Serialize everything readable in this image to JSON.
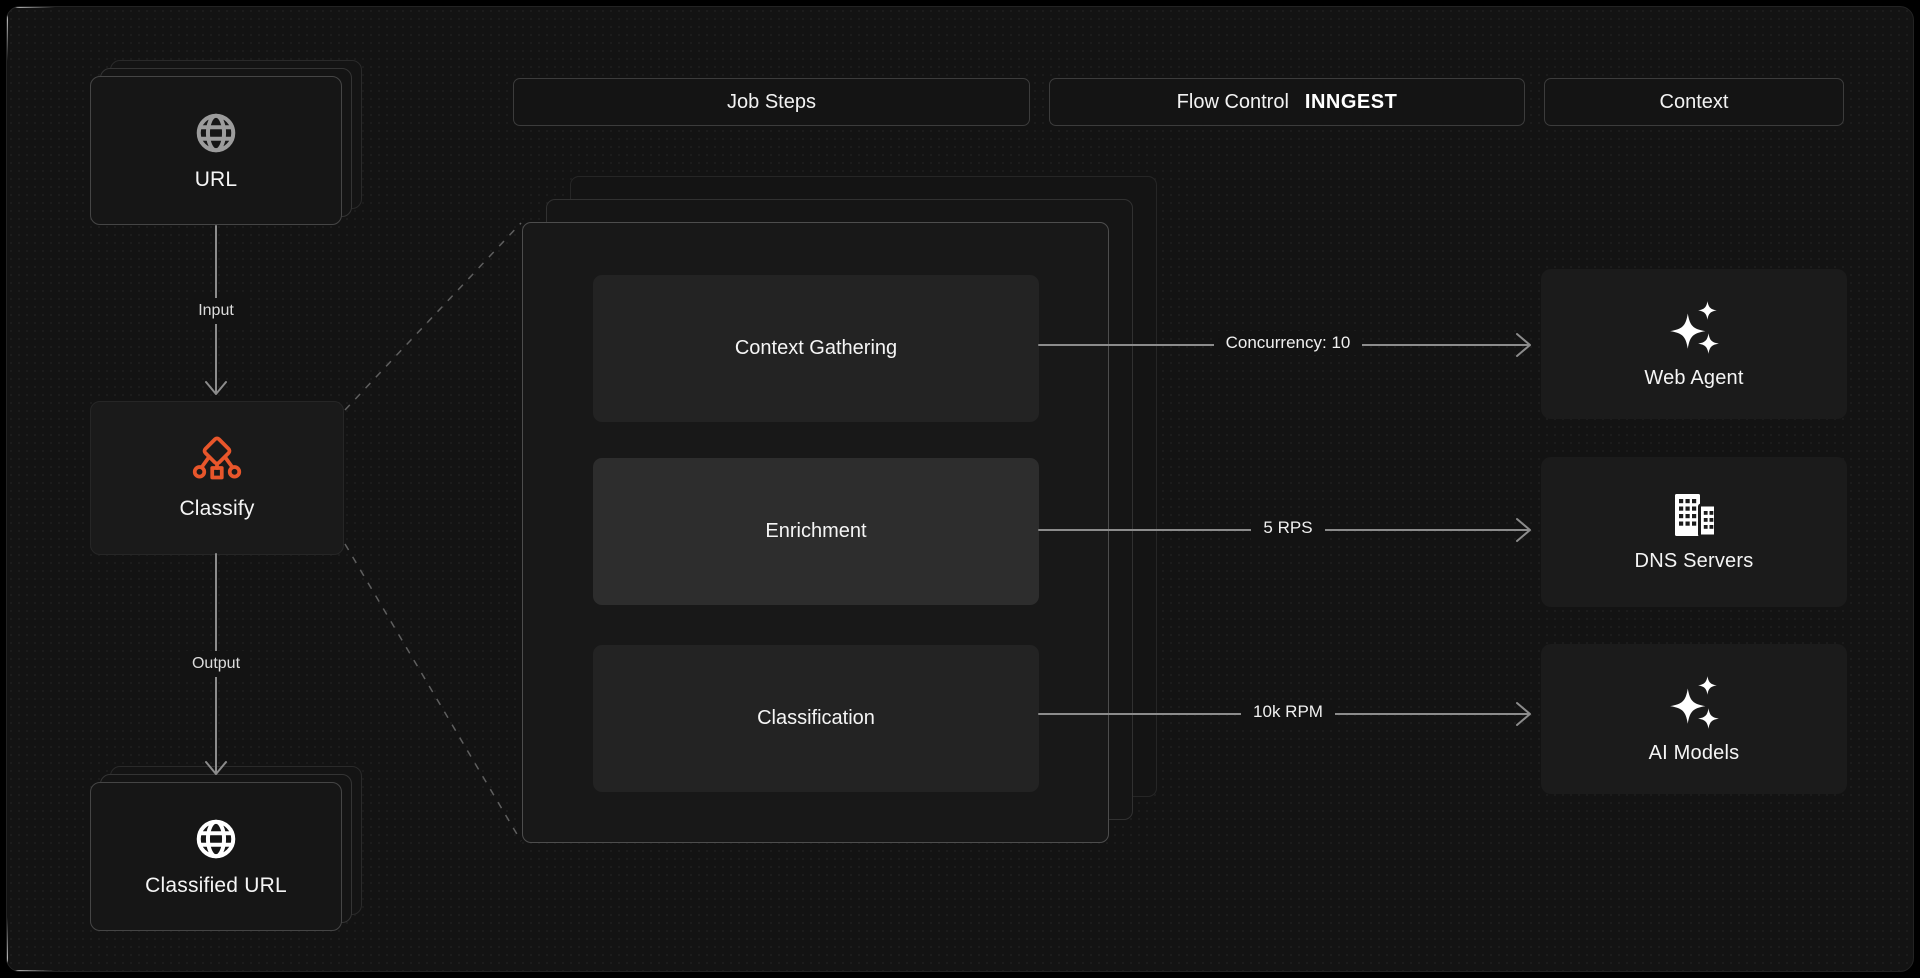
{
  "colors": {
    "background": "#000000",
    "frame_background": "#131313",
    "accent_orange": "#E8562B",
    "arrow_gray": "#8C8C8C",
    "text_primary": "#F5F5F5"
  },
  "headers": {
    "job_steps": "Job Steps",
    "flow_control": "Flow Control",
    "flow_control_brand": "INNGEST",
    "context": "Context"
  },
  "pipeline": {
    "input_node": {
      "label": "URL",
      "icon": "globe-icon"
    },
    "input_edge_label": "Input",
    "process_node": {
      "label": "Classify",
      "icon": "classify-branch-icon"
    },
    "output_edge_label": "Output",
    "output_node": {
      "label": "Classified URL",
      "icon": "globe-icon"
    }
  },
  "job_steps": [
    {
      "label": "Context Gathering"
    },
    {
      "label": "Enrichment"
    },
    {
      "label": "Classification"
    }
  ],
  "flow_controls": [
    {
      "label": "Concurrency: 10"
    },
    {
      "label": "5 RPS"
    },
    {
      "label": "10k RPM"
    }
  ],
  "context_nodes": [
    {
      "label": "Web Agent",
      "icon": "sparkles-icon"
    },
    {
      "label": "DNS Servers",
      "icon": "buildings-icon"
    },
    {
      "label": "AI Models",
      "icon": "sparkles-icon"
    }
  ]
}
